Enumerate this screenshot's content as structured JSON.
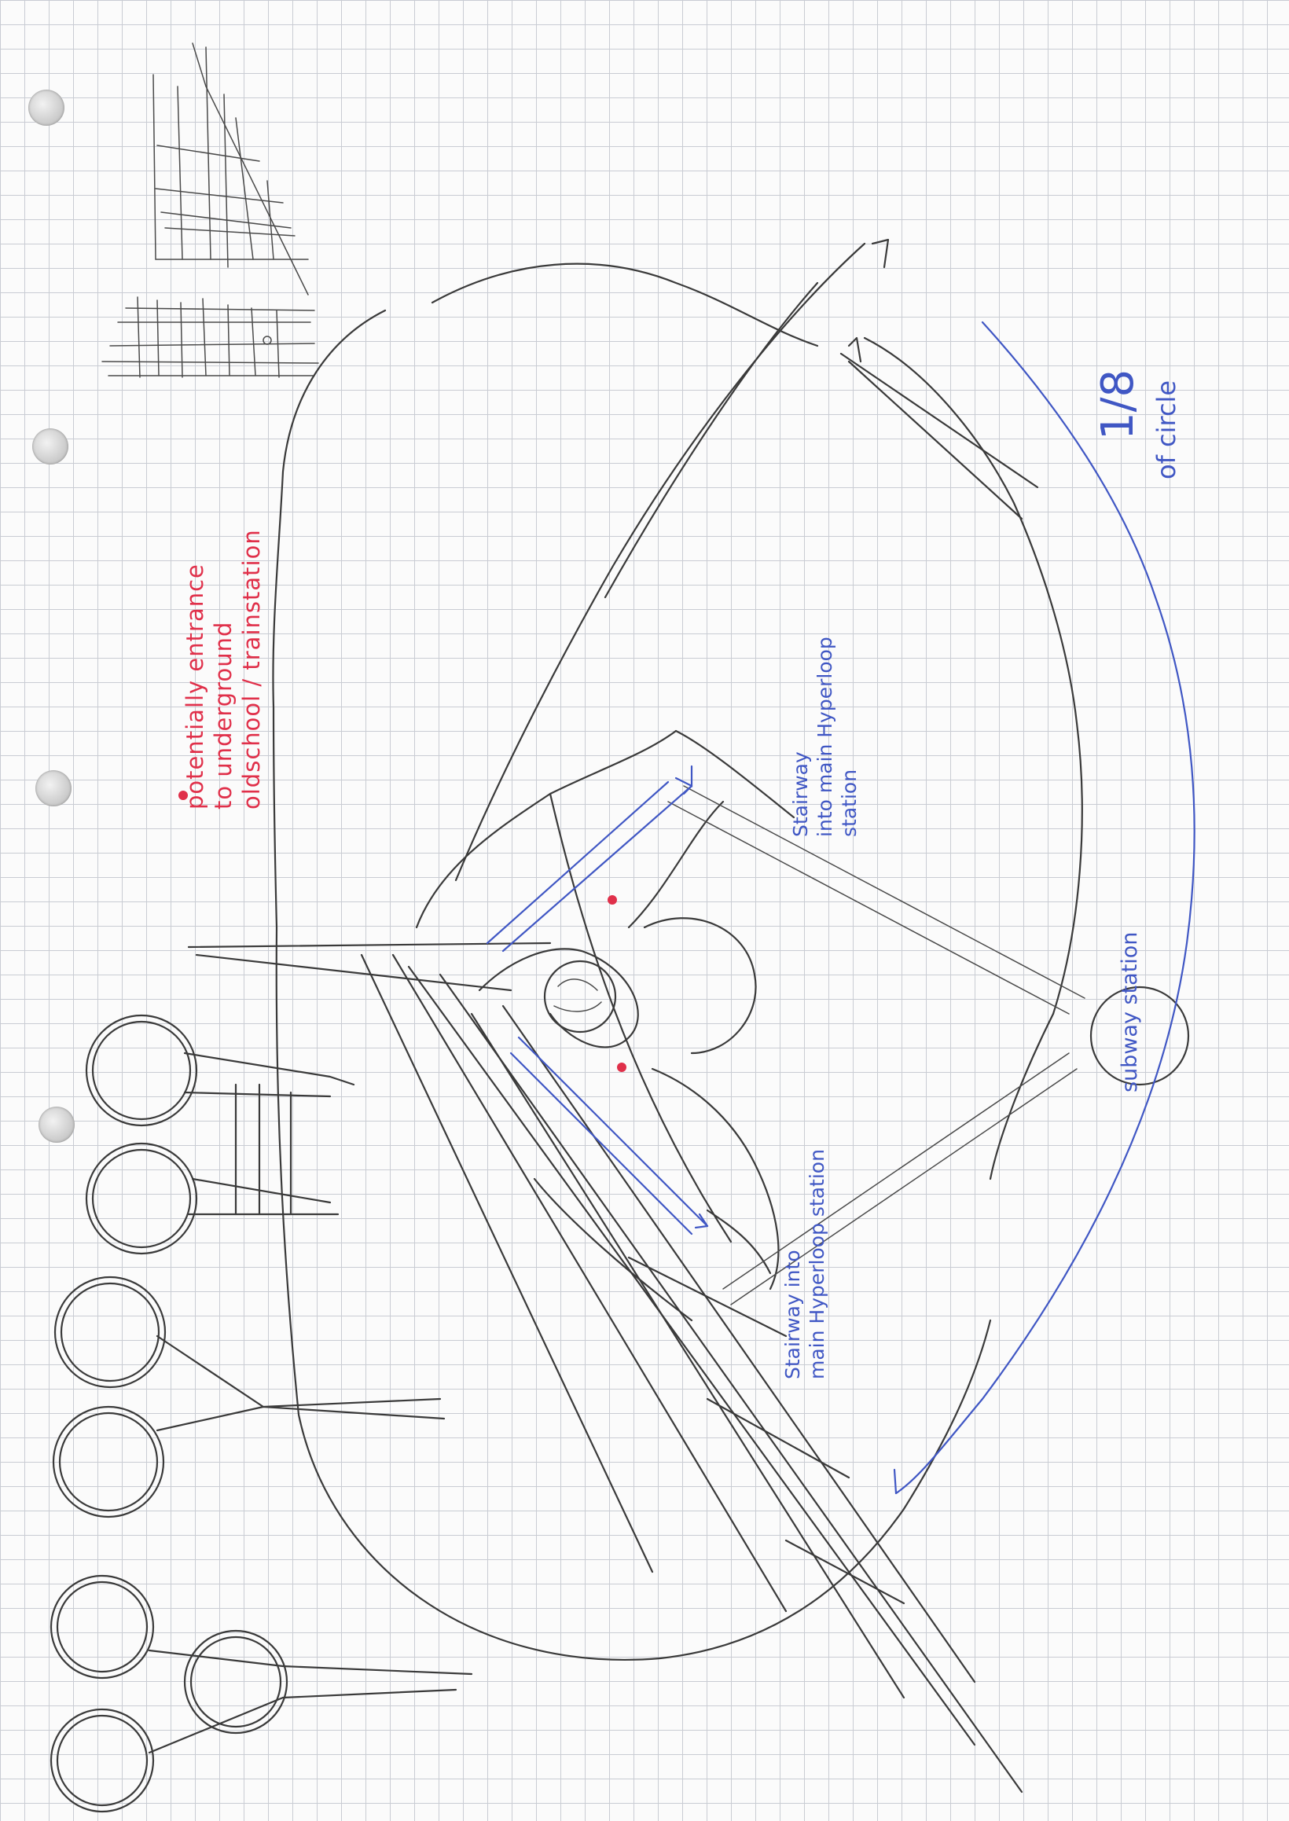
{
  "annotations": {
    "underground_note": [
      "potentially entrance",
      "to underground",
      "oldschool / trainstation"
    ],
    "stairway_upper": [
      "Stairway",
      "into main Hyperloop",
      "station"
    ],
    "stairway_lower": [
      "Stairway into",
      "main Hyperloop station"
    ],
    "subway_station": "subway station",
    "fraction": "1/8",
    "fraction_suffix": "of circle"
  },
  "colors": {
    "pencil": "#3a3a3a",
    "blue_ink": "#4057c4",
    "red_ink": "#e0304a",
    "grid": "#c9ccd3"
  }
}
